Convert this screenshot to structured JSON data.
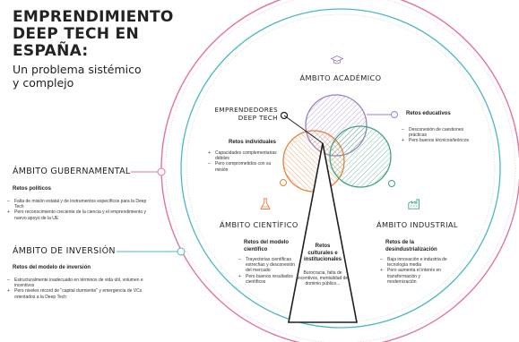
{
  "title_lines": [
    "EMPRENDIMIENTO",
    "DEEP TECH EN",
    "ESPAÑA:"
  ],
  "subtitle_lines": [
    "Un problema sistémico",
    "y complejo"
  ],
  "gubernamental": {
    "title": "ÁMBITO GUBERNAMENTAL",
    "heading": "Retos políticos",
    "items": [
      {
        "mark": "–",
        "text": "Falta de misión estatal y de instrumentos específicos para la Deep Tech"
      },
      {
        "mark": "+",
        "text": "Pero reconocimiento creciente de la ciencia y el emprendimiento y nuevo apoyo de la UE"
      }
    ]
  },
  "inversion": {
    "title": "ÁMBITO DE INVERSIÓN",
    "heading": "Retos del modelo de inversión",
    "items": [
      {
        "mark": "–",
        "text": "Estructuralmente inadecuado en términos de vida útil, volumen e incentivos"
      },
      {
        "mark": "+",
        "text": "Pero niveles récord de \"capital durmiente\" y emergencia de VCs orientados a la Deep Tech"
      }
    ]
  },
  "academico": {
    "title": "ÁMBITO ACADÉMICO",
    "heading": "Retos educativos",
    "items": [
      {
        "mark": "–",
        "text": "Desconexión de cuestiones prácticas"
      },
      {
        "mark": "+",
        "text": "Pero buenos técnicos/teóricos"
      }
    ]
  },
  "emprendedores": {
    "title_lines": [
      "EMPRENDEDORES",
      "DEEP TECH"
    ],
    "heading": "Retos individuales",
    "items": [
      {
        "mark": "+",
        "text": "Capacidades complementarias débiles"
      },
      {
        "mark": "–",
        "text": "Pero comprometidos con su misión"
      }
    ]
  },
  "cientifico": {
    "title": "ÁMBITO CIENTÍFICO",
    "heading_lines": [
      "Retos del modelo",
      "científico"
    ],
    "items": [
      {
        "mark": "–",
        "text": "Trayectorias científicas estrechas y desconexión del mercado"
      },
      {
        "mark": "+",
        "text": "Pero buenos resultados científicos"
      }
    ]
  },
  "industrial": {
    "title": "ÁMBITO INDUSTRIAL",
    "heading_lines": [
      "Retos de la",
      "desindustrialización"
    ],
    "items": [
      {
        "mark": "–",
        "text": "Baja innovación e industria de tecnología media"
      },
      {
        "mark": "+",
        "text": "Pero aumenta el interés en transformación y modernización"
      }
    ]
  },
  "culturales": {
    "heading_lines": [
      "Retos",
      "culturales e",
      "institucionales"
    ],
    "text": "Burocracia, falta de incentivos, mentalidad de dominio público..."
  },
  "colors": {
    "pink": "#e5739b",
    "teal": "#4bb7c8",
    "purple": "#9b7fc4",
    "orange": "#e8803a",
    "green": "#3fa57a",
    "dark": "#1f1f1f"
  },
  "icons": [
    "mortarboard-icon",
    "flask-icon",
    "factory-icon"
  ]
}
